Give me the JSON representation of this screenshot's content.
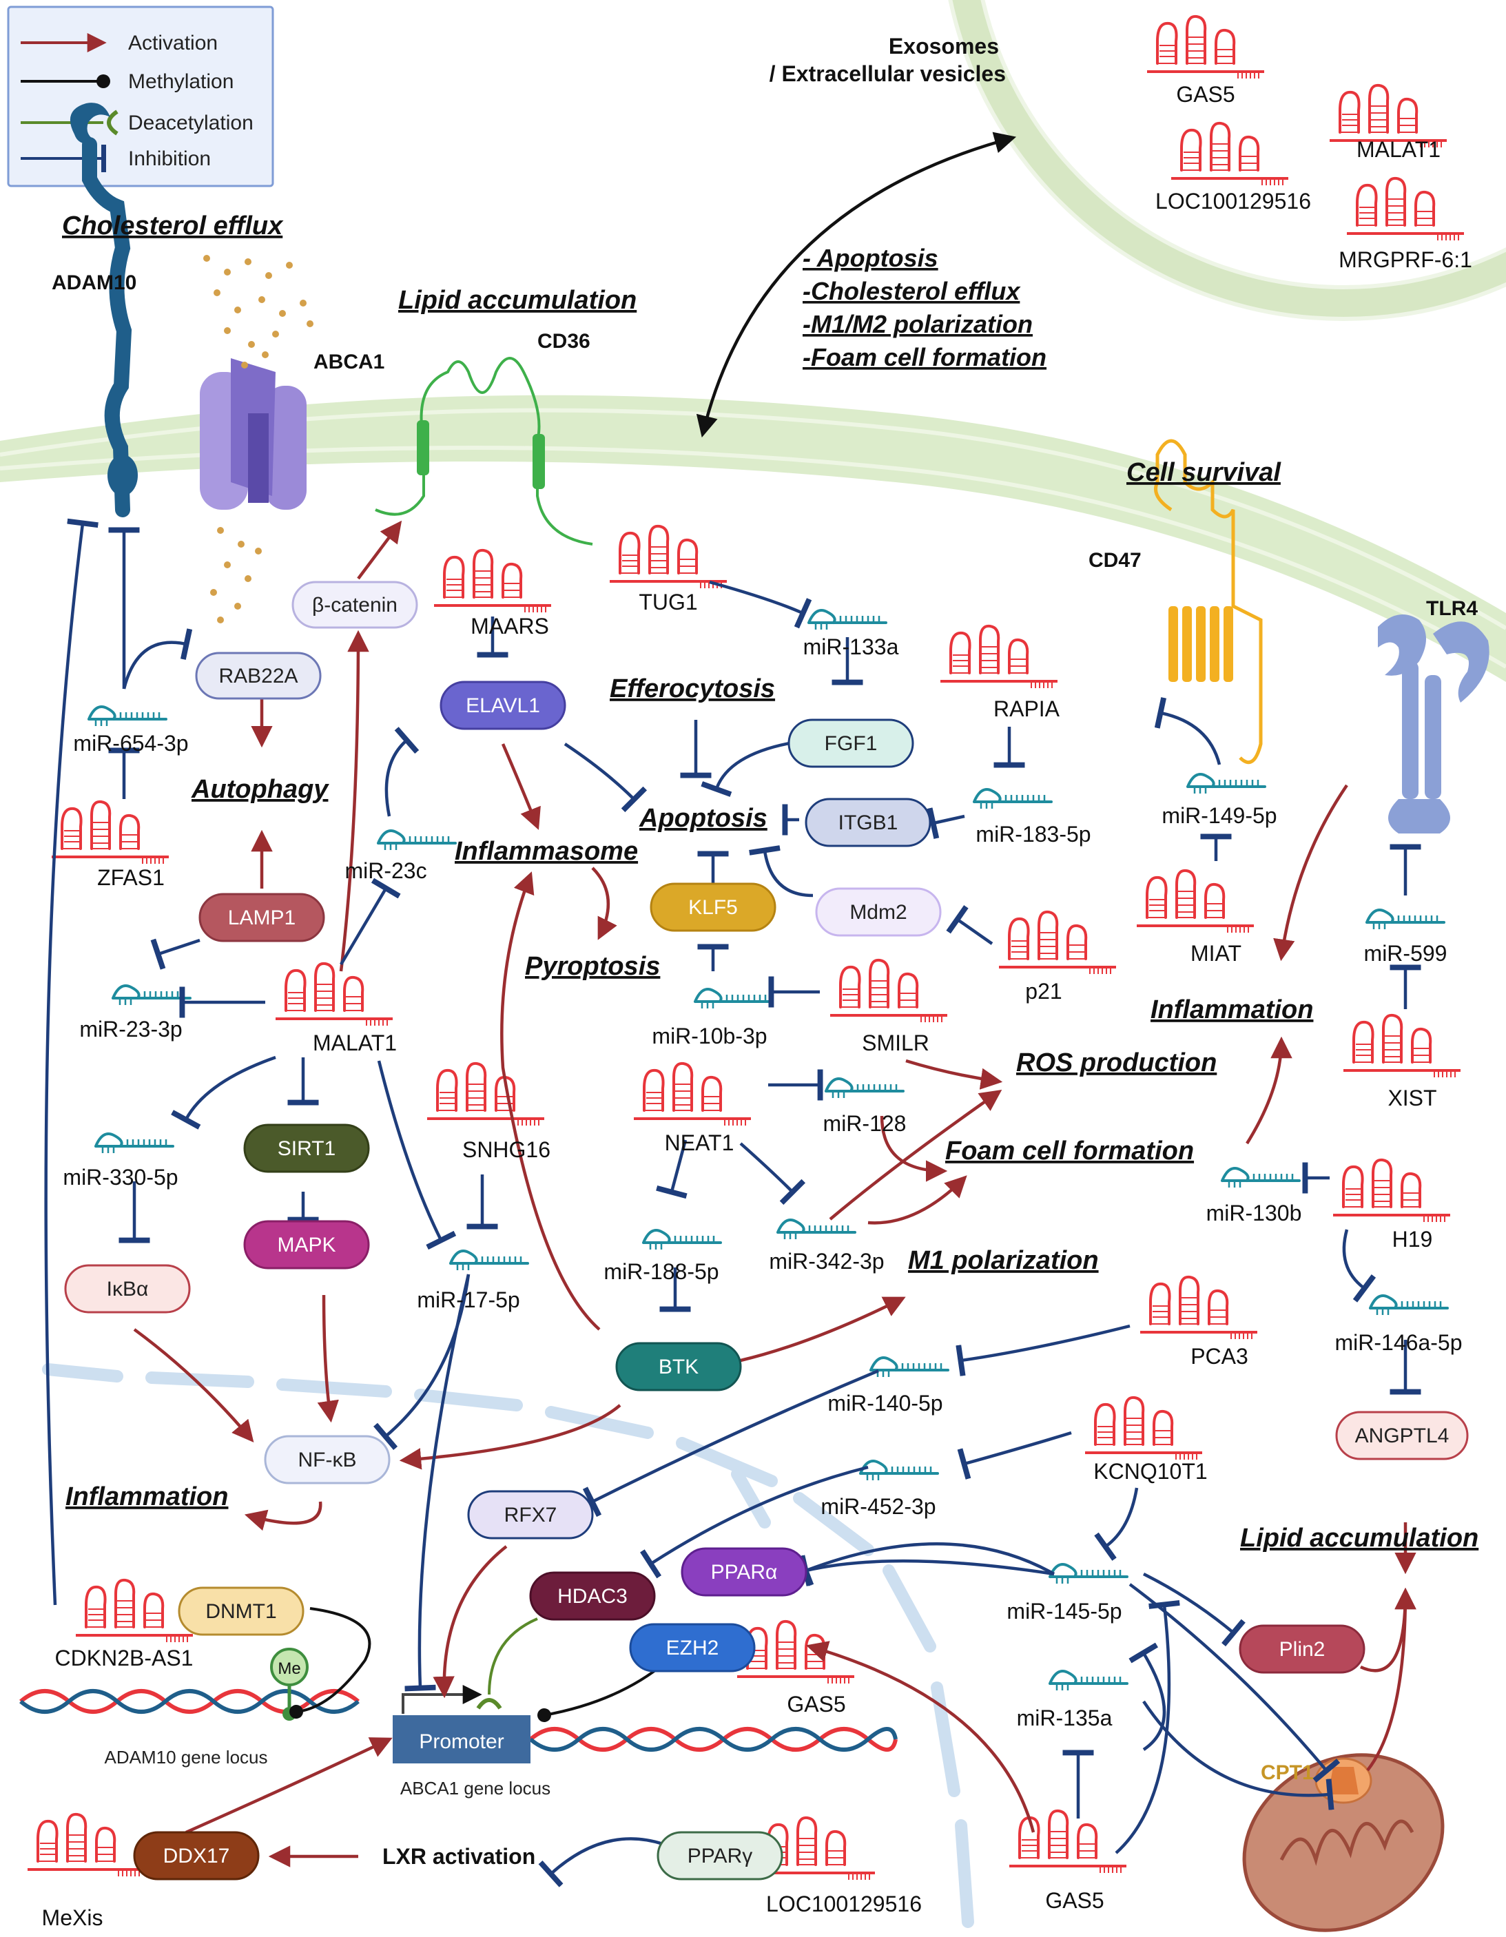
{
  "legend": {
    "activation": "Activation",
    "methylation": "Methylation",
    "deacetylation": "Deacetylation",
    "inhibition": "Inhibition"
  },
  "colors": {
    "activation": "#9b2d30",
    "inhibition": "#1e3d7b",
    "methylation": "#111111",
    "deacetylation": "#5a8a2a",
    "rna": "#e8353b",
    "mirna": "#1e8c9e",
    "membrane": "#cfe3b7"
  },
  "processes": {
    "cholesterol_efflux": "Cholesterol efflux",
    "lipid_accumulation_top": "Lipid accumulation",
    "autophagy": "Autophagy",
    "efferocytosis": "Efferocytosis",
    "apoptosis": "Apoptosis",
    "inflammasome": "Inflammasome",
    "pyroptosis": "Pyroptosis",
    "cell_survival": "Cell survival",
    "inflammation_right": "Inflammation",
    "ros_production": "ROS production",
    "foam_cell_formation": "Foam cell formation",
    "m1_polarization": "M1 polarization",
    "inflammation_left": "Inflammation",
    "lipid_accumulation_bottom": "Lipid accumulation"
  },
  "exosome": {
    "title_line1": "Exosomes",
    "title_line2": "/ Extracellular vesicles",
    "effects": [
      "- Apoptosis",
      "-Cholesterol efflux",
      "-M1/M2 polarization",
      "-Foam cell formation"
    ],
    "lncrnas": [
      "GAS5",
      "MALAT1",
      "LOC100129516",
      "MRGPRF-6:1"
    ]
  },
  "receptors": {
    "adam10": "ADAM10",
    "abca1": "ABCA1",
    "cd36": "CD36",
    "cd47": "CD47",
    "tlr4": "TLR4"
  },
  "lncrnas": {
    "maars": "MAARS",
    "tug1": "TUG1",
    "rapia": "RAPIA",
    "zfas1": "ZFAS1",
    "malat1": "MALAT1",
    "snhg16": "SNHG16",
    "smilr": "SMILR",
    "neat1": "NEAT1",
    "p21": "p21",
    "miat": "MIAT",
    "xist": "XIST",
    "h19": "H19",
    "pca3": "PCA3",
    "kcnq1ot1": "KCNQ10T1",
    "gas5_mid": "GAS5",
    "gas5_bottom": "GAS5",
    "cdkn2b_as1": "CDKN2B-AS1",
    "mexis": "MeXis",
    "loc100129516": "LOC100129516"
  },
  "mirnas": {
    "mir_133a": "miR-133a",
    "mir_654": "miR-654-3p",
    "mir_23c": "miR-23c",
    "mir_23": "miR-23-3p",
    "mir_183": "miR-183-5p",
    "mir_149": "miR-149-5p",
    "mir_10b": "miR-10b-3p",
    "mir_599": "miR-599",
    "mir_128": "miR-128",
    "mir_330": "miR-330-5p",
    "mir_17": "miR-17-5p",
    "mir_188": "miR-188-5p",
    "mir_342": "miR-342-3p",
    "mir_130b": "miR-130b",
    "mir_146a": "miR-146a-5p",
    "mir_140": "miR-140-5p",
    "mir_452": "miR-452-3p",
    "mir_145": "miR-145-5p",
    "mir_135a": "miR-135a"
  },
  "proteins": {
    "beta_catenin": "β-catenin",
    "rab22a": "RAB22A",
    "elavl1": "ELAVL1",
    "fgf1": "FGF1",
    "itgb1": "ITGB1",
    "klf5": "KLF5",
    "mdm2": "Mdm2",
    "lamp1": "LAMP1",
    "sirt1": "SIRT1",
    "mapk": "MAPK",
    "ikba": "IκBα",
    "nfkb": "NF-κB",
    "btk": "BTK",
    "angptl4": "ANGPTL4",
    "rfx7": "RFX7",
    "hdac3": "HDAC3",
    "ppara": "PPARα",
    "ezh2": "EZH2",
    "plin2": "Plin2",
    "dnmt1": "DNMT1",
    "ddx17": "DDX17",
    "pparg": "PPARγ",
    "cpt1": "CPT1",
    "me": "Me"
  },
  "genome": {
    "promoter": "Promoter",
    "adam10_locus": "ADAM10 gene locus",
    "abca1_locus": "ABCA1 gene locus",
    "lxr": "LXR activation"
  }
}
